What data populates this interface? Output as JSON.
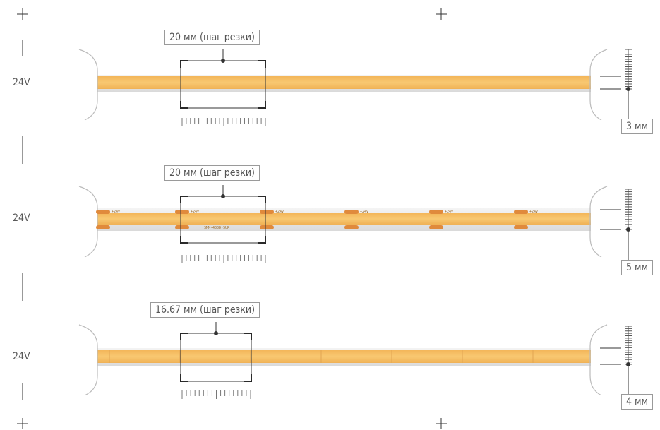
{
  "strips": [
    {
      "voltage": "24V",
      "cut_label": "20 мм (шаг резки)",
      "width_label": "3 мм",
      "type": "cob-plain"
    },
    {
      "voltage": "24V",
      "cut_label": "20 мм (шаг резки)",
      "width_label": "5 мм",
      "type": "cob-pcb",
      "pcb_plus": "+24V",
      "pcb_minus": "−",
      "pcb_model": "SMM-400D-5UR"
    },
    {
      "voltage": "24V",
      "cut_label": "16.67 мм (шаг резки)",
      "width_label": "4 мм",
      "type": "cob-plain"
    }
  ],
  "colors": {
    "strip": "#f7c46a",
    "strip_edge": "#f0b85a",
    "pad": "#e08a3c",
    "line": "#333333"
  }
}
